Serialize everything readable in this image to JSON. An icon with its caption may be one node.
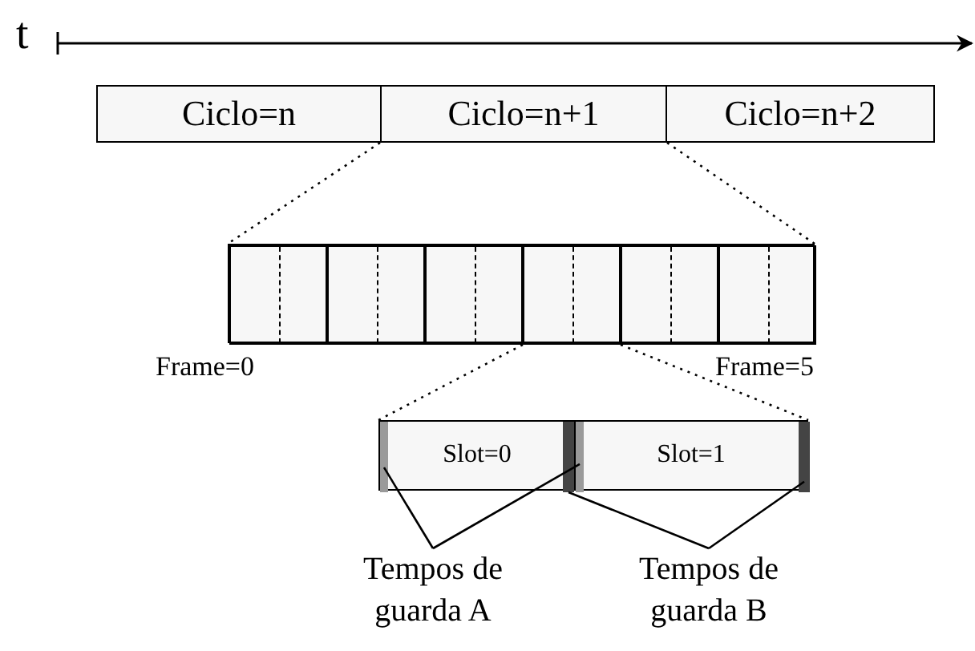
{
  "diagram": {
    "nodes": [
      {
        "text": [
          "Ciclo=n"
        ]
      },
      {
        "text": [
          "Ciclo=n+1"
        ]
      },
      {
        "text": [
          "Ciclo=n+2"
        ]
      },
      {
        "text": [],
        "shape": "bar"
      },
      {
        "text": [],
        "shape": "box",
        "in": 3
      },
      {
        "text": [],
        "shape": "box",
        "in": 3
      },
      {
        "text": [],
        "shape": "box",
        "in": 3
      },
      {
        "text": [],
        "shape": "box",
        "in": 3
      },
      {
        "text": [],
        "shape": "box",
        "in": 3
      },
      {
        "text": [],
        "shape": "box",
        "in": 3
      },
      {
        "text": [
          "Slot=0"
        ]
      },
      {
        "text": [
          "Slot=1"
        ]
      },
      {
        "text": [],
        "shape": "bar",
        "in": 10
      },
      {
        "text": [],
        "shape": "bar",
        "in": 10
      },
      {
        "text": [],
        "shape": "bar",
        "in": 11
      },
      {
        "text": [],
        "shape": "bar",
        "in": 11
      },
      {
        "text": [
          "Tempos de guarda A"
        ]
      },
      {
        "text": [
          "Tempos de guarda B"
        ]
      }
    ],
    "edges": [
      {
        "from": 1,
        "to": 3,
        "arrow": "none",
        "style": "dashed"
      },
      {
        "from": 1,
        "to": 3,
        "arrow": "none",
        "style": "dashed"
      },
      {
        "from": 7,
        "to": 10,
        "arrow": "none",
        "style": "dashed"
      },
      {
        "from": 7,
        "to": 11,
        "arrow": "none",
        "style": "dashed"
      },
      {
        "from": 16,
        "to": 12,
        "arrow": "none"
      },
      {
        "from": 16,
        "to": 14,
        "arrow": "none"
      },
      {
        "from": 17,
        "to": 13,
        "arrow": "none"
      },
      {
        "from": 17,
        "to": 15,
        "arrow": "none"
      }
    ],
    "labels": [
      "t",
      "Frame=0",
      "Frame=5"
    ]
  }
}
